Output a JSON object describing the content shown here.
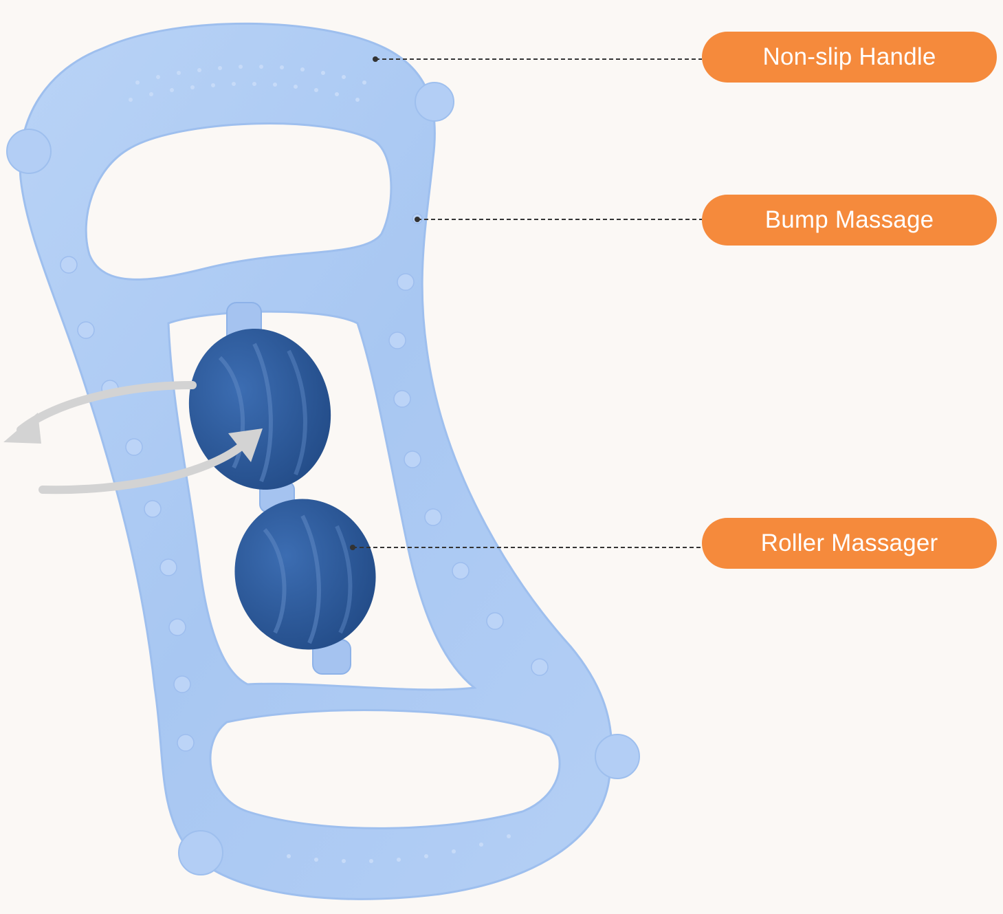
{
  "colors": {
    "background": "#fbf8f5",
    "frame": "#aecbf3",
    "frame_shadow": "#8fb4ea",
    "roller": "#2e5c9e",
    "arrow": "#d3d3d3",
    "callout": "#f58a3c",
    "callout_text": "#ffffff",
    "leader_line": "#333333"
  },
  "icons": {
    "rotation": "rotation-arrow-icon"
  },
  "callouts": [
    {
      "label": "Non-slip Handle"
    },
    {
      "label": "Bump Massage"
    },
    {
      "label": "Roller Massager"
    }
  ]
}
